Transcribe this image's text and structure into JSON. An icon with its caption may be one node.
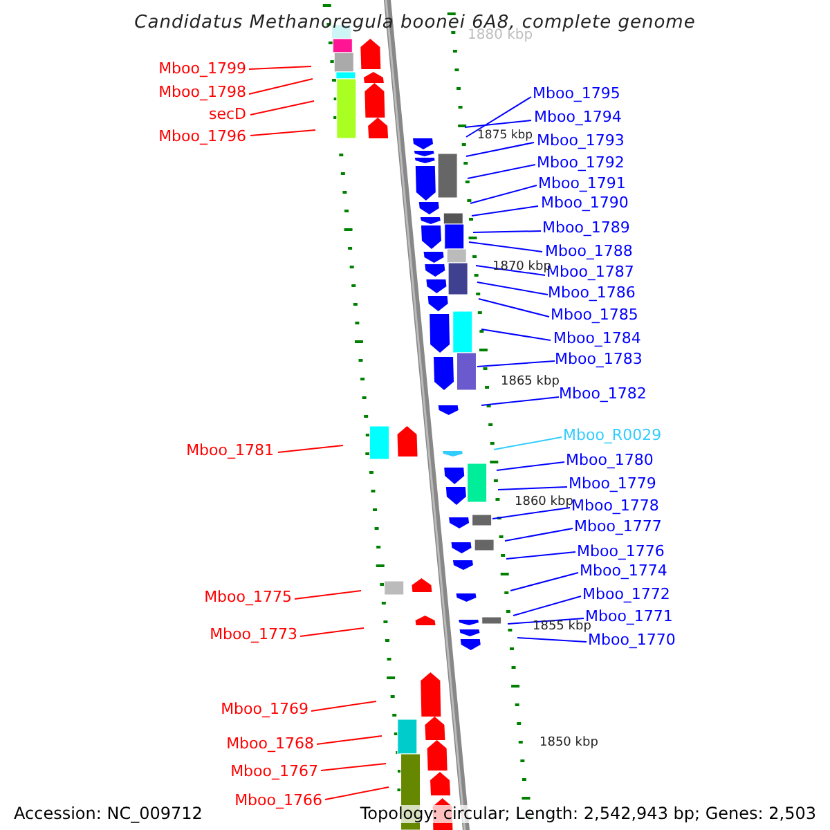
{
  "diagram": {
    "title": "Candidatus Methanoregula boonei 6A8, complete genome",
    "nodes": [
      {
        "text": [
          "Mboo_1799"
        ]
      },
      {
        "text": [
          "Mboo_1798"
        ]
      },
      {
        "text": [
          "Mboo_1795"
        ]
      },
      {
        "text": [
          "secD"
        ]
      },
      {
        "text": [
          "Mboo_1794"
        ]
      },
      {
        "text": [
          "Mboo_1796"
        ]
      },
      {
        "text": [
          "Mboo_1793"
        ]
      },
      {
        "text": [
          "Mboo_1792"
        ]
      },
      {
        "text": [
          "Mboo_1791"
        ]
      },
      {
        "text": [
          "Mboo_1790"
        ]
      },
      {
        "text": [
          "Mboo_1789"
        ]
      },
      {
        "text": [
          "Mboo_1788"
        ]
      },
      {
        "text": [
          "Mboo_1787"
        ]
      },
      {
        "text": [
          "Mboo_1786"
        ]
      },
      {
        "text": [
          "Mboo_1785"
        ]
      },
      {
        "text": [
          "Mboo_1784"
        ]
      },
      {
        "text": [
          "Mboo_1783"
        ]
      },
      {
        "text": [
          "Mboo_1782"
        ]
      },
      {
        "text": [
          "Mboo_R0029"
        ]
      },
      {
        "text": [
          "Mboo_1781"
        ]
      },
      {
        "text": [
          "Mboo_1780"
        ]
      },
      {
        "text": [
          "Mboo_1779"
        ]
      },
      {
        "text": [
          "Mboo_1778"
        ]
      },
      {
        "text": [
          "Mboo_1777"
        ]
      },
      {
        "text": [
          "Mboo_1776"
        ]
      },
      {
        "text": [
          "Mboo_1774"
        ]
      },
      {
        "text": [
          "Mboo_1772"
        ]
      },
      {
        "text": [
          "Mboo_1775"
        ]
      },
      {
        "text": [
          "Mboo_1771"
        ]
      },
      {
        "text": [
          "Mboo_1773"
        ]
      },
      {
        "text": [
          "Mboo_1770"
        ]
      },
      {
        "text": [
          "Mboo_1769"
        ]
      },
      {
        "text": [
          "Mboo_1768"
        ]
      },
      {
        "text": [
          "Mboo_1767"
        ]
      },
      {
        "text": [
          "Mboo_1766"
        ]
      }
    ],
    "edges": [
      {
        "from": 0,
        "to": null,
        "arrow": "none",
        "color": "#ff0000"
      },
      {
        "from": 1,
        "to": null,
        "arrow": "none",
        "color": "#ff0000"
      },
      {
        "from": 2,
        "to": null,
        "arrow": "none"
      },
      {
        "from": 3,
        "to": null,
        "arrow": "none",
        "color": "#ff0000"
      },
      {
        "from": 4,
        "to": null,
        "arrow": "none"
      },
      {
        "from": 5,
        "to": null,
        "arrow": "none",
        "color": "#ff0000"
      },
      {
        "from": 6,
        "to": null,
        "arrow": "none"
      },
      {
        "from": 7,
        "to": null,
        "arrow": "none"
      },
      {
        "from": 8,
        "to": null,
        "arrow": "none"
      },
      {
        "from": 9,
        "to": null,
        "arrow": "none"
      },
      {
        "from": 10,
        "to": null,
        "arrow": "none"
      },
      {
        "from": 11,
        "to": null,
        "arrow": "none"
      },
      {
        "from": 12,
        "to": null,
        "arrow": "none"
      },
      {
        "from": 13,
        "to": null,
        "arrow": "none"
      },
      {
        "from": 14,
        "to": null,
        "arrow": "none"
      },
      {
        "from": 15,
        "to": null,
        "arrow": "none"
      },
      {
        "from": 16,
        "to": null,
        "arrow": "none"
      },
      {
        "from": 17,
        "to": null,
        "arrow": "none"
      },
      {
        "from": 18,
        "to": null,
        "arrow": "none",
        "color": "#33ccff"
      },
      {
        "from": 19,
        "to": null,
        "arrow": "none",
        "color": "#ff0000"
      },
      {
        "from": 20,
        "to": null,
        "arrow": "none"
      },
      {
        "from": 21,
        "to": null,
        "arrow": "none"
      },
      {
        "from": 22,
        "to": null,
        "arrow": "none"
      },
      {
        "from": 23,
        "to": null,
        "arrow": "none"
      },
      {
        "from": 24,
        "to": null,
        "arrow": "none"
      },
      {
        "from": 25,
        "to": null,
        "arrow": "none"
      },
      {
        "from": 26,
        "to": null,
        "arrow": "none"
      },
      {
        "from": 27,
        "to": null,
        "arrow": "none",
        "color": "#ff0000"
      },
      {
        "from": 28,
        "to": null,
        "arrow": "none"
      },
      {
        "from": 29,
        "to": null,
        "arrow": "none",
        "color": "#ff0000"
      },
      {
        "from": 30,
        "to": null,
        "arrow": "none"
      },
      {
        "from": 31,
        "to": null,
        "arrow": "none",
        "color": "#ff0000"
      },
      {
        "from": 32,
        "to": null,
        "arrow": "none",
        "color": "#ff0000"
      },
      {
        "from": 33,
        "to": null,
        "arrow": "none",
        "color": "#ff0000"
      },
      {
        "from": 34,
        "to": null,
        "arrow": "none",
        "color": "#ff0000"
      }
    ],
    "labels": [
      "1880 kbp",
      "1875 kbp",
      "1870 kbp",
      "1865 kbp",
      "1860 kbp",
      "1855 kbp",
      "1850 kbp",
      "Accession: NC_009712",
      "Topology: circular; Length: 2,542,943 bp; Genes: 2,503"
    ]
  }
}
